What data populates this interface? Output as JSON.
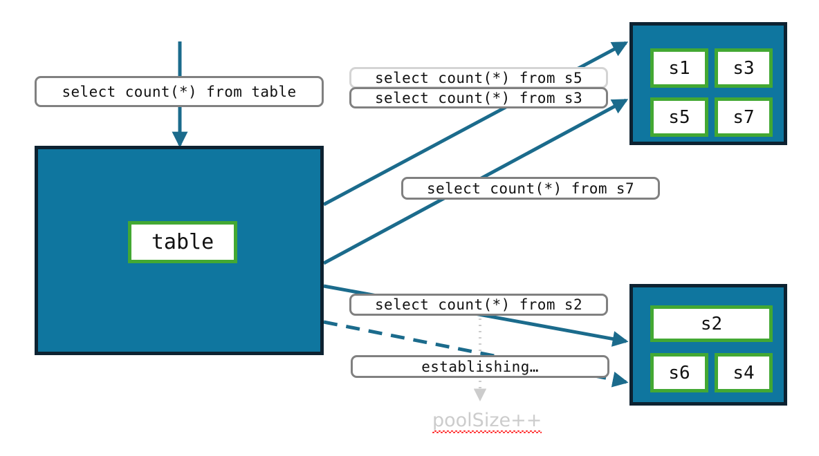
{
  "diagram": {
    "title": "connection-pool-growth-diagram",
    "colors": {
      "container_fill": "#0f769f",
      "container_border": "#0d2231",
      "node_border": "#43a833",
      "node_fill": "#ffffff",
      "edge": "#1b6b8c",
      "label_border": "#808080",
      "label_border_faint": "#d4d4d4",
      "annotation_text": "#cccccc",
      "spellcheck_underline": "#ff2d2d",
      "background": "#ffffff"
    }
  },
  "source": {
    "query_label": "select count(*) from table",
    "table_node": "table"
  },
  "pools": [
    {
      "name": "pool-top",
      "nodes": [
        {
          "label": "s1"
        },
        {
          "label": "s3"
        },
        {
          "label": "s5"
        },
        {
          "label": "s7"
        }
      ]
    },
    {
      "name": "pool-bottom",
      "nodes": [
        {
          "label": "s2"
        },
        {
          "label": "s6"
        },
        {
          "label": "s4"
        }
      ]
    }
  ],
  "edge_labels": [
    {
      "name": "label-s5",
      "text": "select count(*) from s5",
      "style": "faint"
    },
    {
      "name": "label-s3",
      "text": "select count(*) from s3",
      "style": "normal"
    },
    {
      "name": "label-s7",
      "text": "select count(*) from s7",
      "style": "normal"
    },
    {
      "name": "label-s2",
      "text": "select count(*) from s2",
      "style": "normal"
    },
    {
      "name": "label-establishing",
      "text": "establishing…",
      "style": "normal"
    }
  ],
  "annotations": [
    {
      "name": "pool-size-increment",
      "text": "poolSize++"
    }
  ]
}
